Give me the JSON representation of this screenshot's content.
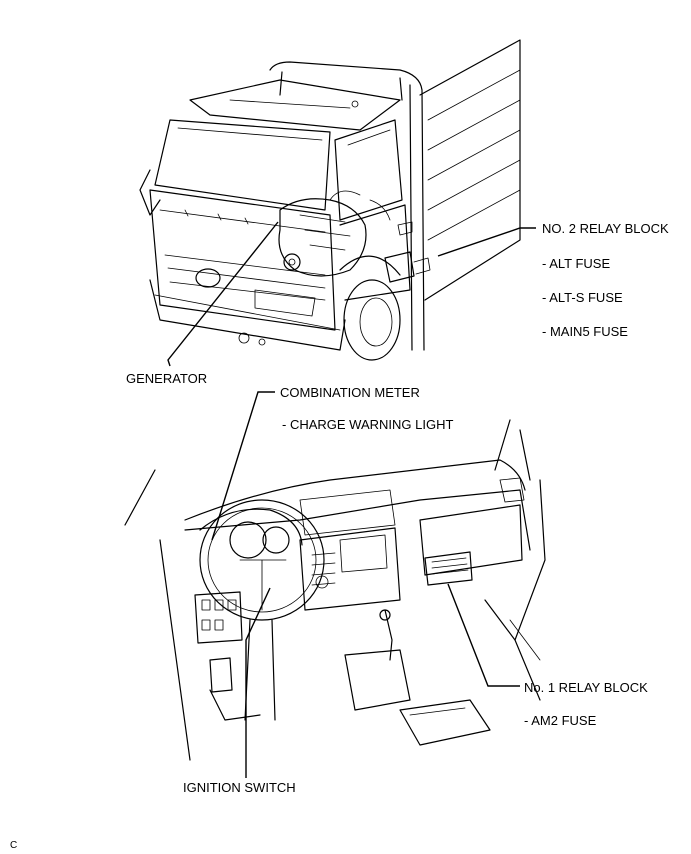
{
  "labels": {
    "relay2": "NO. 2 RELAY BLOCK",
    "alt_fuse": "- ALT FUSE",
    "alts_fuse": "- ALT-S FUSE",
    "main5_fuse": "- MAIN5 FUSE",
    "generator": "GENERATOR",
    "combination_meter": "COMBINATION METER",
    "charge_light": "- CHARGE WARNING LIGHT",
    "relay1": "No. 1 RELAY BLOCK",
    "am2_fuse": "-  AM2 FUSE",
    "ignition": "IGNITION SWITCH",
    "corner": "C"
  }
}
